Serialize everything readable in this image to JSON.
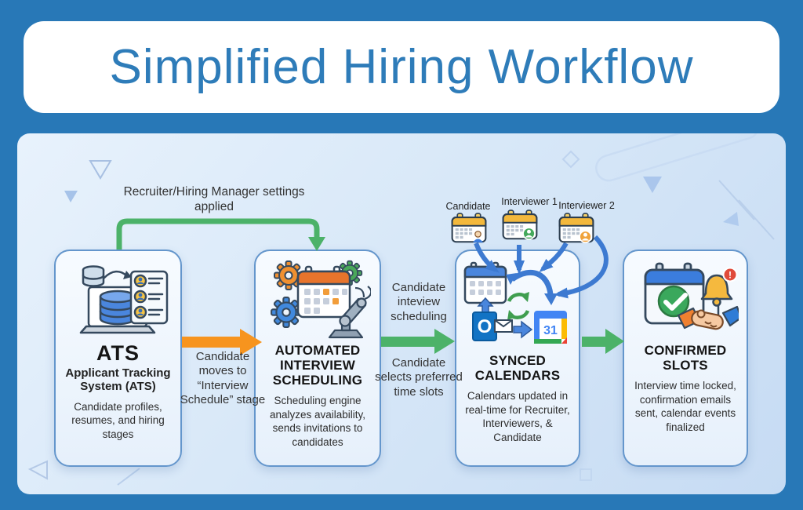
{
  "title": "Simplified Hiring Workflow",
  "connectors": {
    "settings_applied": "Recruiter/Hiring Manager settings applied",
    "candidate_moves": "Candidate moves to “Interview Schedule” stage",
    "candidate_scheduling": "Candidate inteview scheduling",
    "candidate_selects": "Candidate selects preferred time slots"
  },
  "calendar_owners": [
    {
      "label": "Candidate",
      "avatar_color": "#3b7ddd"
    },
    {
      "label": "Interviewer 1",
      "avatar_color": "#44a95c"
    },
    {
      "label": "Interviewer 2",
      "avatar_color": "#f0a33c"
    }
  ],
  "cards": [
    {
      "title": "ATS",
      "subtitle": "Applicant Tracking System (ATS)",
      "description": "Candidate profiles, resumes, and hiring stages",
      "icon": "laptop-database-profiles-icon"
    },
    {
      "title": "AUTOMATED INTERVIEW SCHEDULING",
      "description": "Scheduling engine analyzes availability, sends invitations to candidates",
      "icon": "gears-calendar-robot-arm-icon"
    },
    {
      "title": "SYNCED CALENDARS",
      "description": "Calendars updated in real-time for Recruiter, Interviewers, & Candidate",
      "icon": "calendar-sync-outlook-google-icon"
    },
    {
      "title": "CONFIRMED SLOTS",
      "description": "Interview time locked, confirmation emails sent, calendar events finalized",
      "icon": "calendar-check-bell-handshake-icon"
    }
  ],
  "icons": {
    "google_calendar_day": "31",
    "outlook_letter": "O",
    "bell_badge": "!"
  },
  "colors": {
    "frame_blue": "#2878b7",
    "title_text_blue": "#2e7cb9",
    "panel_light_blue": "#d8e8f8",
    "green_arrow": "#4cb269",
    "orange_arrow": "#f7941e",
    "blue_arrow": "#3d7ad1",
    "card_border": "#6496cc"
  }
}
